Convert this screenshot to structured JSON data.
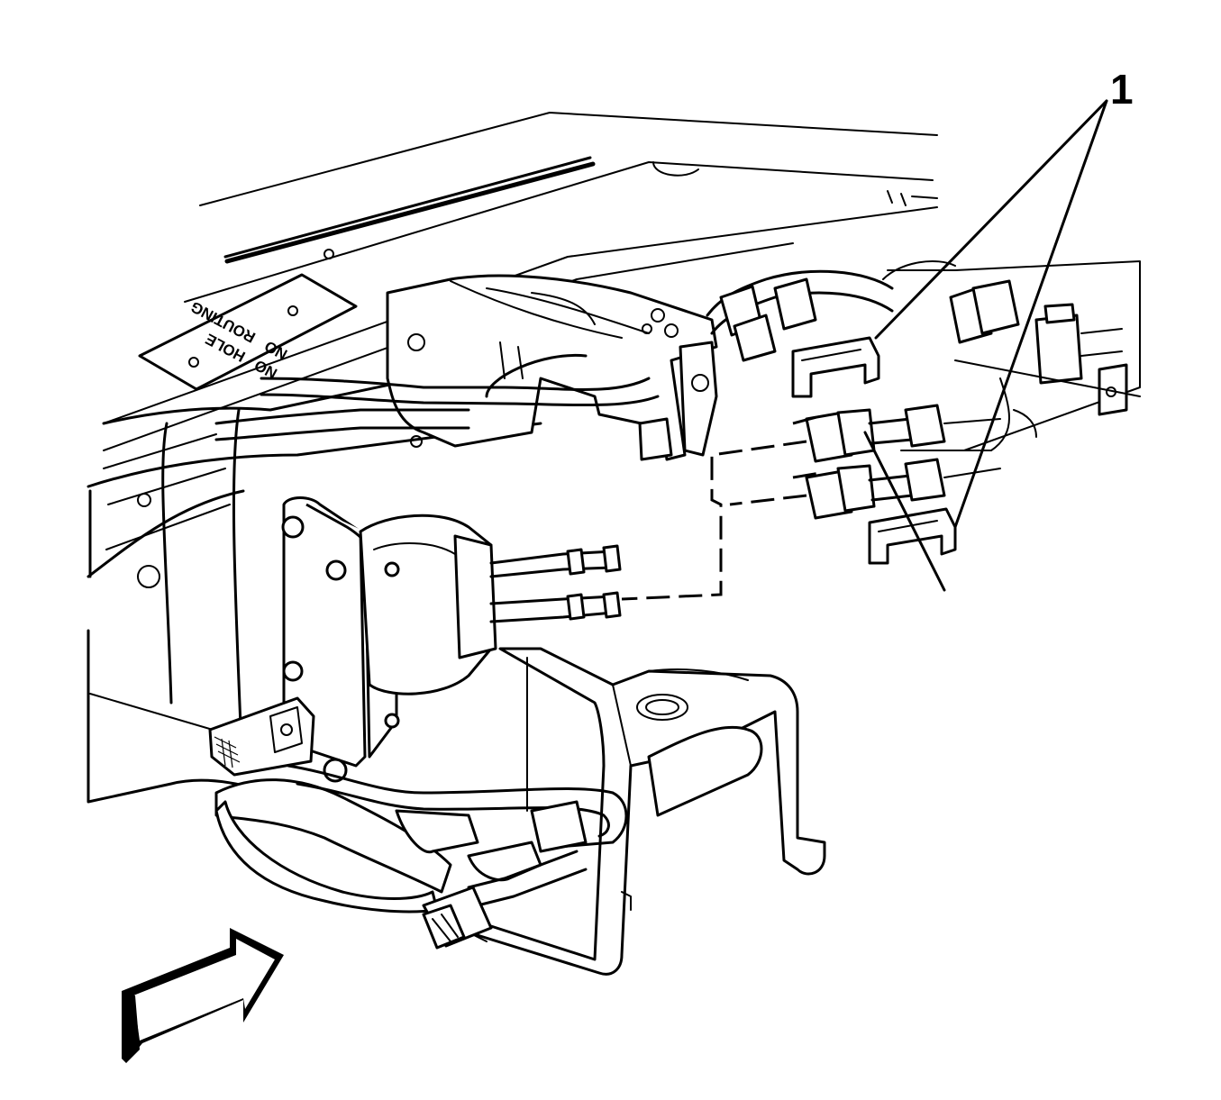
{
  "figure": {
    "callout": {
      "label": "1"
    },
    "plate": {
      "line1": "NO",
      "line2": "HOLE",
      "line3": "NO",
      "line4": "ROUTING"
    }
  }
}
